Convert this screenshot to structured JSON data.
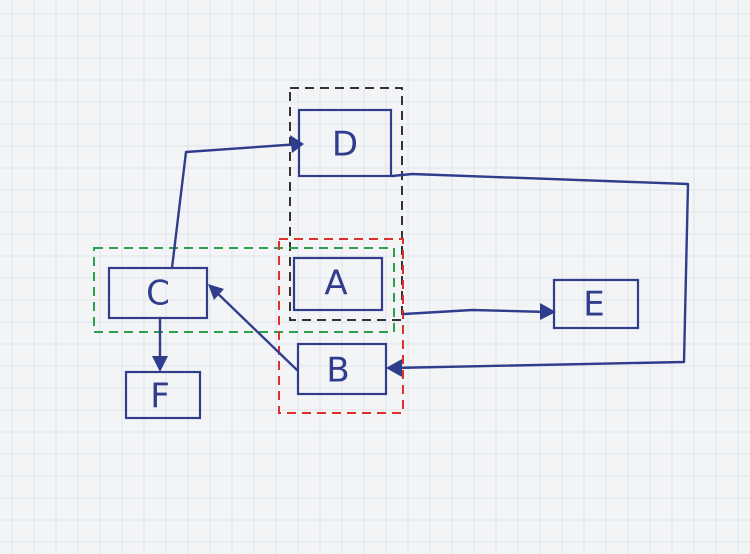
{
  "diagram": {
    "nodes": [
      {
        "id": "D",
        "label": "D"
      },
      {
        "id": "A",
        "label": "A"
      },
      {
        "id": "C",
        "label": "C"
      },
      {
        "id": "B",
        "label": "B"
      },
      {
        "id": "E",
        "label": "E"
      },
      {
        "id": "F",
        "label": "F"
      }
    ],
    "edges": [
      {
        "from": "C",
        "to": "D"
      },
      {
        "from": "B",
        "to": "C"
      },
      {
        "from": "C",
        "to": "F"
      },
      {
        "from": "A",
        "to": "E"
      },
      {
        "from": "D",
        "to": "B"
      }
    ],
    "groups": [
      {
        "id": "black-group",
        "members": [
          "D",
          "A"
        ],
        "color": "#333333"
      },
      {
        "id": "green-group",
        "members": [
          "C",
          "A"
        ],
        "color": "#2aa14a"
      },
      {
        "id": "red-group",
        "members": [
          "A",
          "B"
        ],
        "color": "#e0302a"
      }
    ],
    "colors": {
      "ink": "#2f3d8c",
      "paper": "#f3f4f6",
      "grid": "#dfe3ea"
    }
  }
}
